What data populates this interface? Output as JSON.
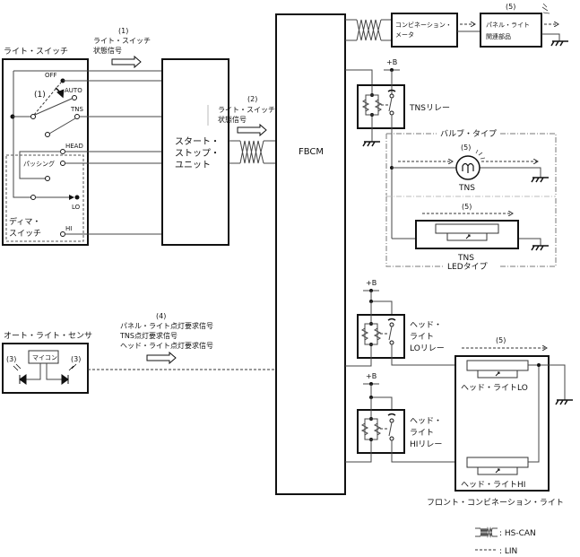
{
  "diagram": {
    "light_switch": {
      "title": "ライト・スイッチ",
      "positions": [
        "OFF",
        "AUTO",
        "TNS",
        "HEAD",
        "パッシング",
        "LO",
        "HI"
      ],
      "marker": "(1)",
      "dimmer_switch_label": [
        "ディマ・",
        "スイッチ"
      ]
    },
    "signal_1": {
      "num": "(1)",
      "lines": [
        "ライト・スイッチ",
        "状態信号"
      ]
    },
    "start_stop_unit": {
      "lines": [
        "スタート・",
        "ストップ・",
        "ユニット"
      ]
    },
    "signal_2": {
      "num": "(2)",
      "lines": [
        "ライト・スイッチ",
        "状態信号"
      ]
    },
    "fbcm": {
      "label": "FBCM"
    },
    "combination_meter": {
      "lines": [
        "コンビネーション・",
        "メータ"
      ]
    },
    "panel_light": {
      "num": "(5)",
      "lines": [
        "パネル・ライト",
        "関連部品"
      ]
    },
    "tns_relay": {
      "supply": "+B",
      "label": "TNSリレー"
    },
    "bulb_type": {
      "group_label": "バルブ・タイプ",
      "num": "(5)",
      "lamp_label": "TNS"
    },
    "led_type": {
      "group_label": "LEDタイプ",
      "num": "(5)",
      "lamp_label": "TNS"
    },
    "auto_light_sensor": {
      "title": "オート・ライト・センサ",
      "mcu_label": "マイコン",
      "left_marker": "(3)",
      "right_marker": "(3)"
    },
    "signal_4": {
      "num": "(4)",
      "lines": [
        "パネル・ライト点灯要求信号",
        "TNS点灯要求信号",
        "ヘッド・ライト点灯要求信号"
      ]
    },
    "headlight_lo_relay": {
      "supply": "+B",
      "lines": [
        "ヘッド・",
        "ライト",
        "LOリレー"
      ]
    },
    "headlight_hi_relay": {
      "supply": "+B",
      "lines": [
        "ヘッド・",
        "ライト",
        "HIリレー"
      ]
    },
    "front_combination_light": {
      "num": "(5)",
      "lo_label": "ヘッド・ライトLO",
      "hi_label": "ヘッド・ライトHI",
      "title": "フロント・コンビネーション・ライト"
    },
    "legend": [
      {
        "symbol": "hs-can",
        "label": ": HS-CAN"
      },
      {
        "symbol": "lin",
        "label": ": LIN"
      }
    ]
  }
}
